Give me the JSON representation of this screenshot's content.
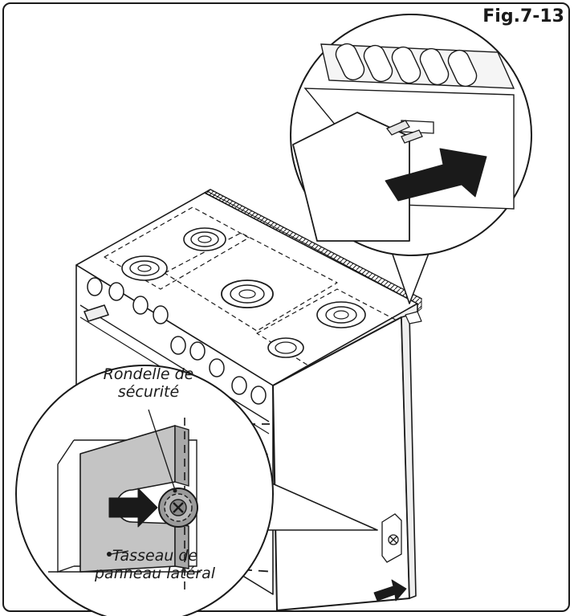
{
  "figure": {
    "label": "Fig.7-13"
  },
  "callouts": {
    "washer_line1": "Rondelle de",
    "washer_line2": "sécurité",
    "cleat_line1": "Tasseau de",
    "cleat_line2": "panneau latéral"
  },
  "colors": {
    "line": "#1a1a1a",
    "panel_fill": "#ffffff",
    "cleat_fill": "#c4c4c4",
    "arrow_fill": "#1a1a1a"
  },
  "icons": {
    "push_arrow": "arrow-right-icon",
    "washer": "lock-washer-icon"
  }
}
